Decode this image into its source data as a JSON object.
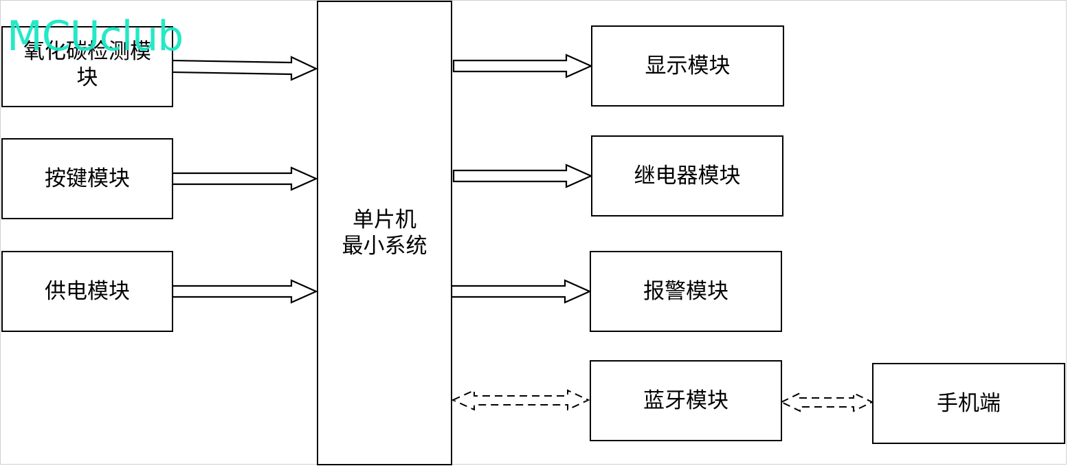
{
  "diagram": {
    "title": "",
    "watermark": "MCUclub",
    "center": {
      "line1": "单片机",
      "line2": "最小系统"
    },
    "inputs": [
      {
        "id": "co",
        "line1": "氧化碳检测模",
        "line2": "块"
      },
      {
        "id": "key",
        "label": "按键模块"
      },
      {
        "id": "power",
        "label": "供电模块"
      }
    ],
    "outputs": [
      {
        "id": "display",
        "label": "显示模块"
      },
      {
        "id": "relay",
        "label": "继电器模块"
      },
      {
        "id": "alarm",
        "label": "报警模块"
      },
      {
        "id": "bluetooth",
        "label": "蓝牙模块"
      }
    ],
    "phone": {
      "label": "手机端"
    }
  }
}
